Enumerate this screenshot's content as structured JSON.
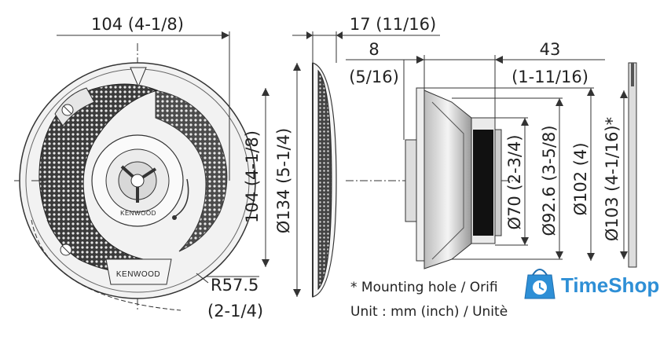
{
  "dimensions": {
    "width_front": "104 (4-1/8)",
    "height_front": "104 (4-1/8)",
    "radius_mm": "R57.5",
    "radius_in": "(2-1/4)",
    "depth_grille": "17 (11/16)",
    "dia_134": "Ø134 (5-1/4)",
    "offset_mm": "8",
    "offset_in": "(5/16)",
    "depth_mm": "43",
    "depth_in": "(1-11/16)",
    "dia_70": "Ø70 (2-3/4)",
    "dia_92_6": "Ø92.6 (3-5/8)",
    "dia_102": "Ø102 (4)",
    "dia_103": "Ø103 (4-1/16)*"
  },
  "brand": {
    "logo_top": "KENWOOD",
    "logo_bottom": "KENWOOD"
  },
  "notes": {
    "mounting": "* Mounting hole / Orifi",
    "unit": "Unit : mm (inch) / Unitè"
  },
  "watermark": {
    "text": "TimeShop",
    "color": "#2e8fd6"
  }
}
